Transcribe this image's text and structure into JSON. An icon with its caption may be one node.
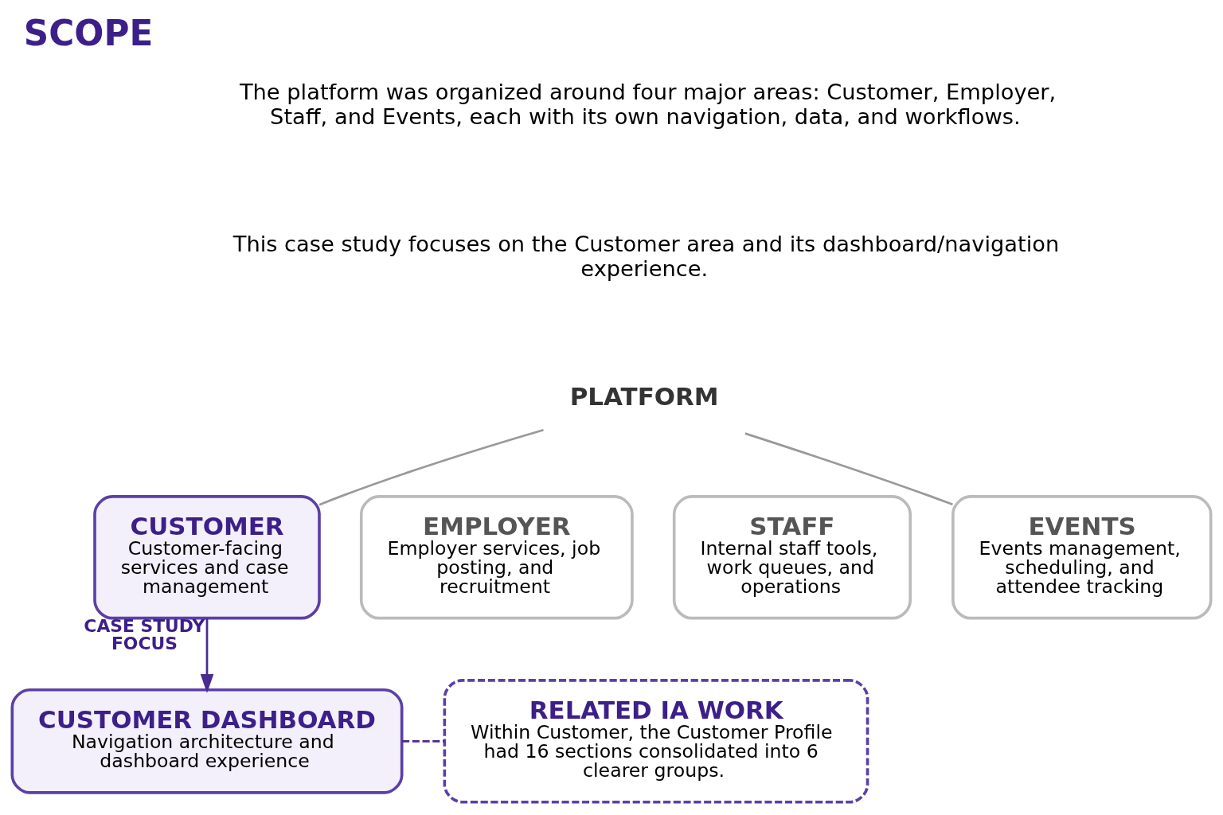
{
  "diagram": {
    "title": "SCOPE",
    "nodes": [
      {
        "text": [
          "PLATFORM"
        ]
      },
      {
        "text": [
          "CUSTOMER",
          "Customer-facing services and case management"
        ]
      },
      {
        "text": [
          "EMPLOYER",
          "Employer services, job posting, and recruitment"
        ]
      },
      {
        "text": [
          "STAFF",
          "Internal staff tools, work queues, and operations"
        ]
      },
      {
        "text": [
          "EVENTS",
          "Events management, scheduling, and attendee tracking"
        ]
      },
      {
        "text": [
          "CUSTOMER DASHBOARD",
          "Navigation architecture and dashboard experience"
        ]
      },
      {
        "text": [
          "RELATED IA WORK",
          "Within Customer, the Customer Profile had 16 sections consolidated into 6 clearer groups."
        ]
      }
    ],
    "edges": [
      {
        "from": 0,
        "to": 1,
        "arrow": "none"
      },
      {
        "from": 0,
        "to": 4,
        "arrow": "none"
      },
      {
        "from": 1,
        "to": 5,
        "arrow": "to",
        "label": "CASE STUDY FOCUS",
        "color": "#4b2a91"
      },
      {
        "from": 5,
        "to": 6,
        "arrow": "none",
        "style": "dashed",
        "color": "#4b2a91"
      }
    ],
    "labels": [
      "The platform was organized around four major areas: Customer, Employer, Staff, and Events, each with its own navigation, data, and workflows.",
      "This case study focuses on the Customer area and its dashboard/navigation experience."
    ]
  }
}
